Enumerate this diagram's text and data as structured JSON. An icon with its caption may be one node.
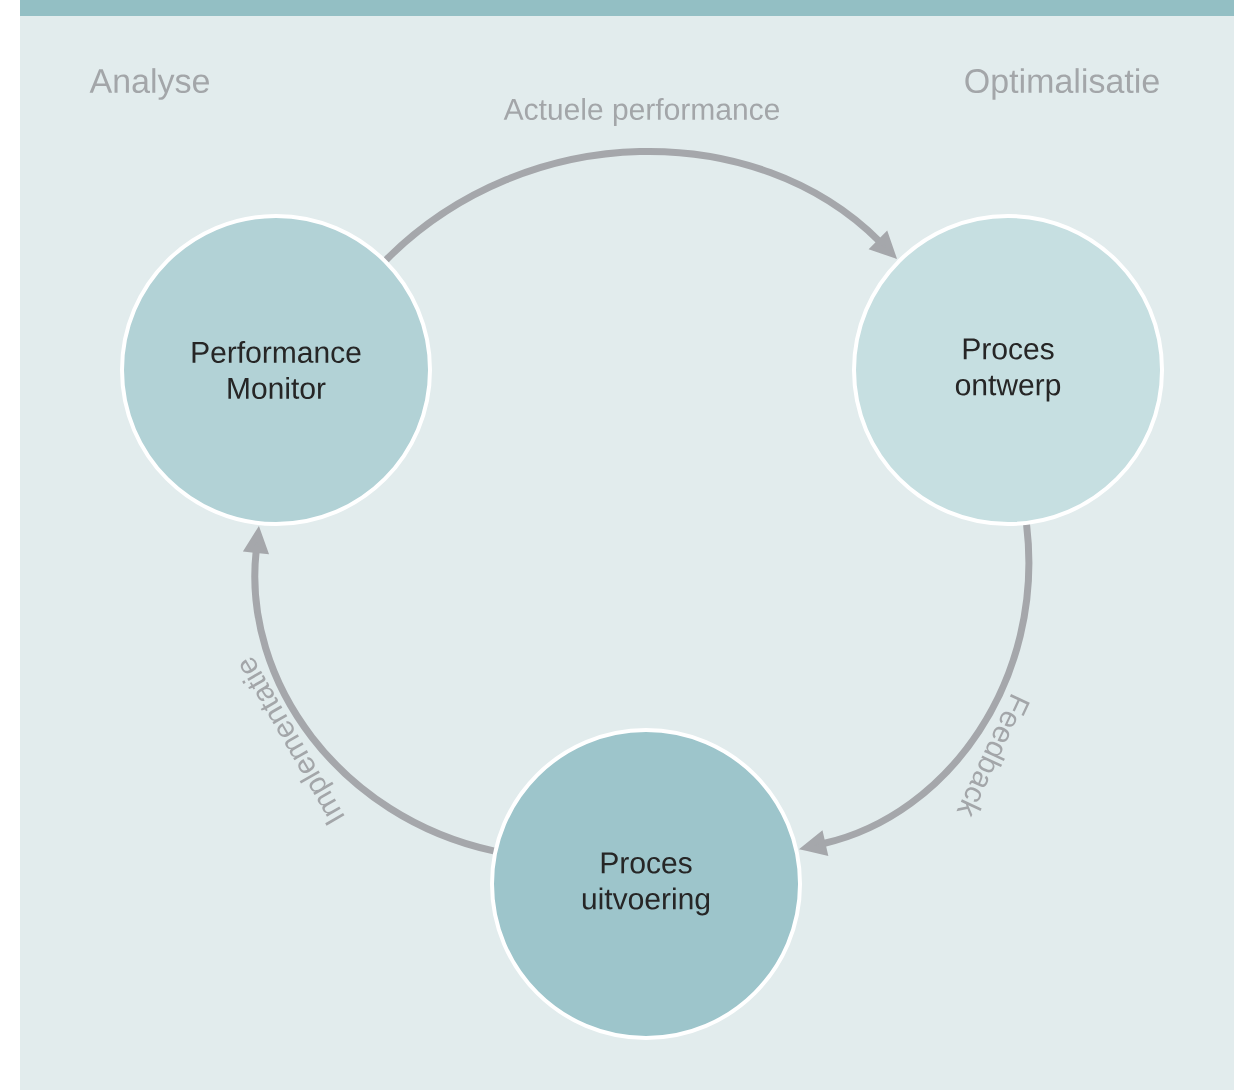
{
  "diagram": {
    "nodes": [
      {
        "text": [
          "Performance Monitor"
        ]
      },
      {
        "text": [
          "Proces ontwerp"
        ]
      },
      {
        "text": [
          "Proces uitvoering"
        ]
      }
    ],
    "edges": [
      {
        "from": 0,
        "to": 1,
        "arrow": "to",
        "label": "Actuele performance"
      },
      {
        "from": 1,
        "to": 2,
        "arrow": "to",
        "label": "Feedback"
      },
      {
        "from": 2,
        "to": 0,
        "arrow": "to",
        "label": "Implementatie"
      }
    ],
    "labels": [
      "Analyse",
      "Optimalisatie"
    ]
  }
}
